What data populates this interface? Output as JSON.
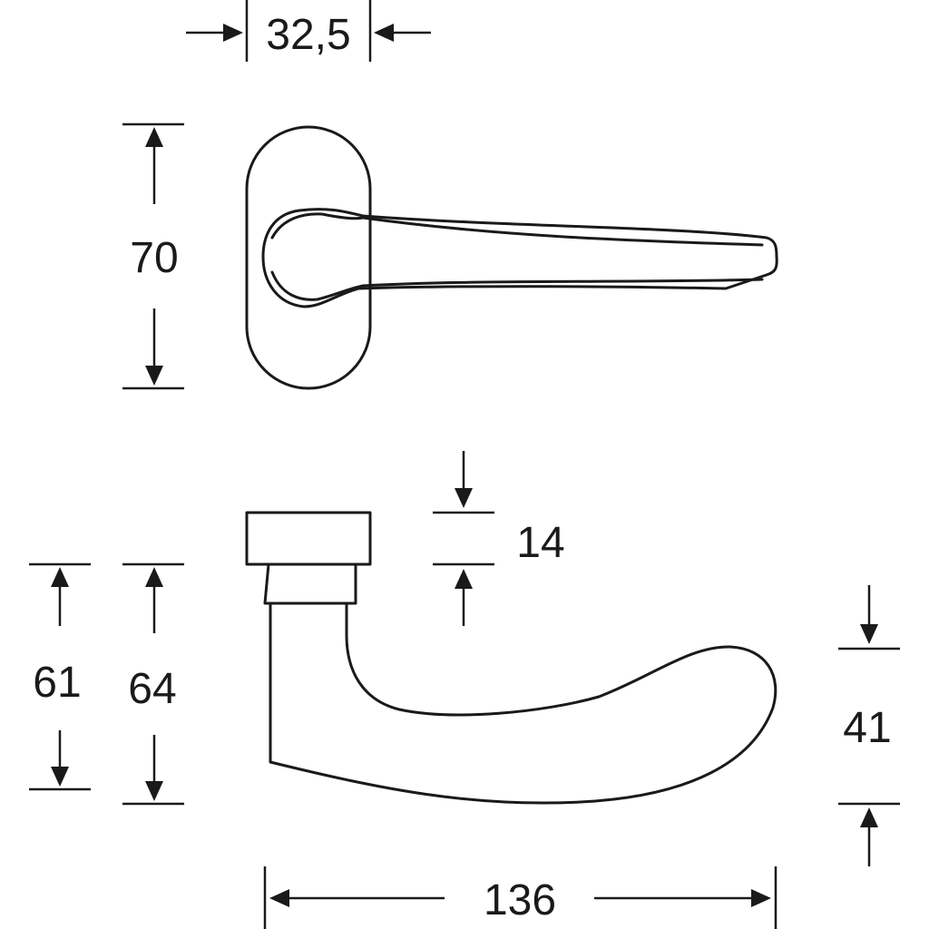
{
  "drawing": {
    "title": "Door handle dimension drawing",
    "dimensions": {
      "rosette_width": "32,5",
      "rosette_height": "70",
      "rosette_depth": "14",
      "height_61": "61",
      "height_64": "64",
      "lever_height": "41",
      "lever_length": "136"
    },
    "colors": {
      "line": "#1a1a1a",
      "background": "#ffffff"
    }
  }
}
